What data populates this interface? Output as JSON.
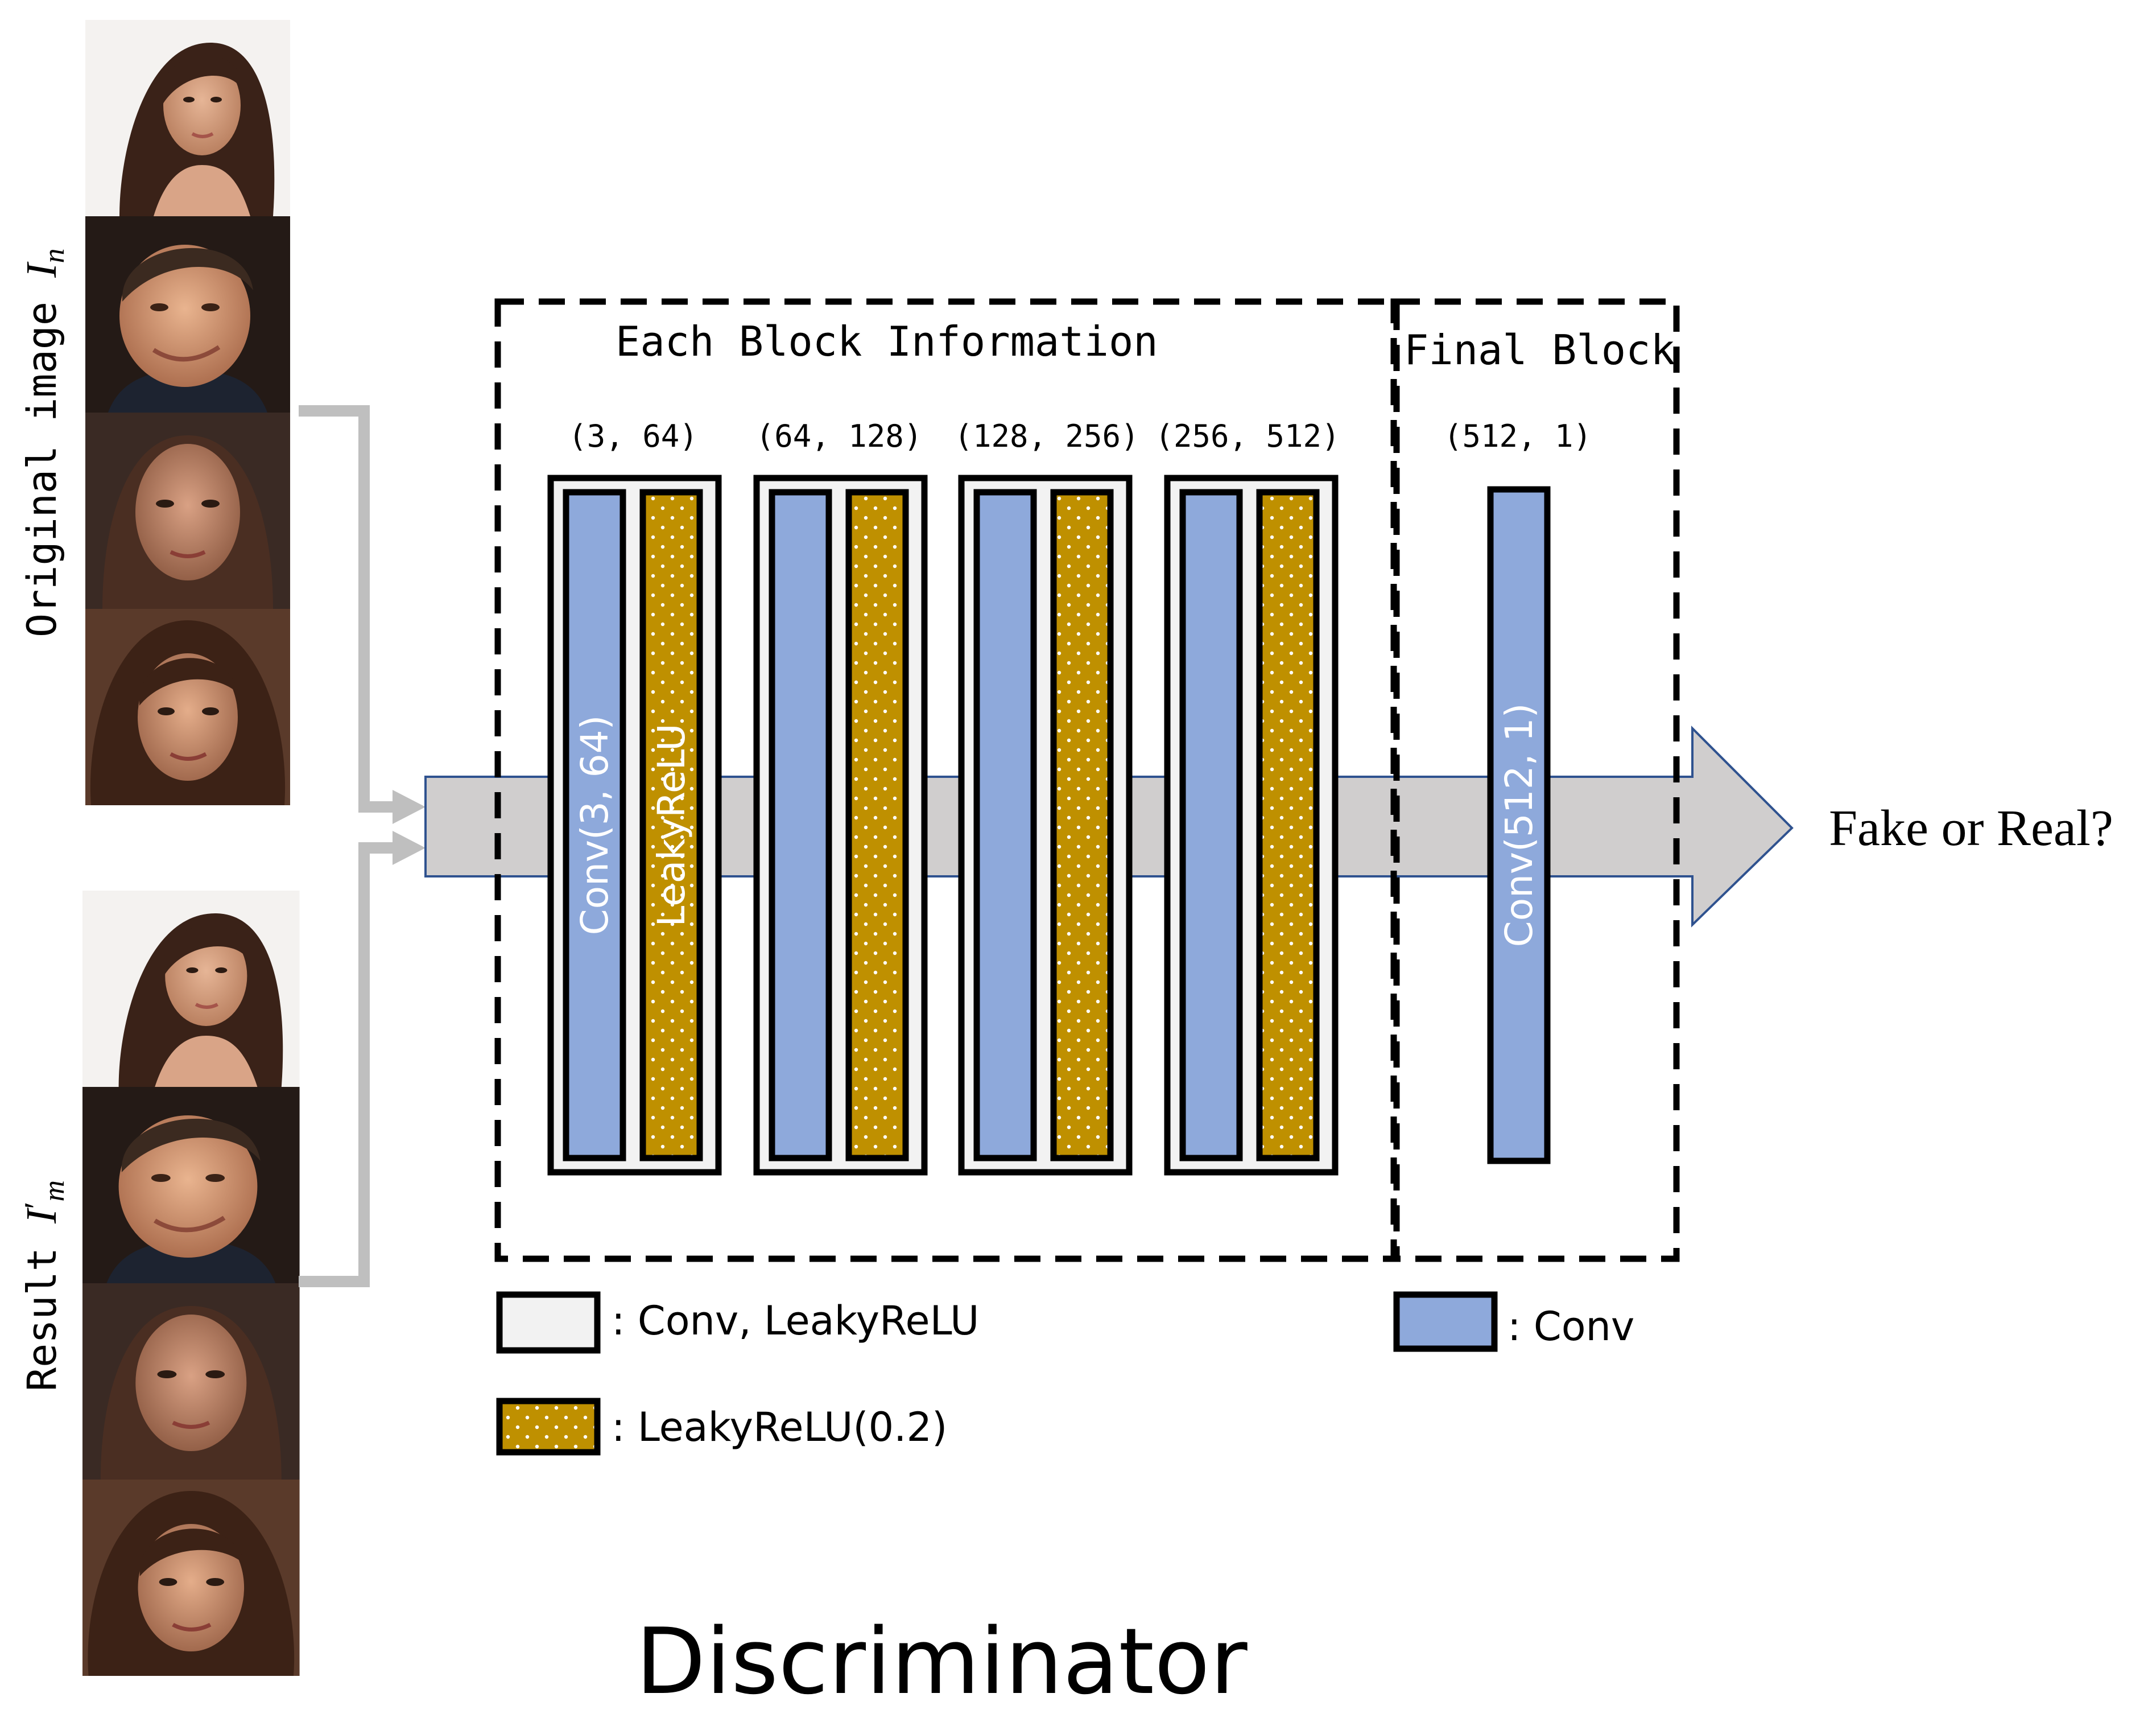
{
  "title": "Discriminator",
  "input_labels": {
    "original_text": "Original image ",
    "original_math": "I",
    "original_sub": "n",
    "result_text": "Result ",
    "result_math": "I",
    "result_prime": "′",
    "result_sub": "m"
  },
  "each_block": {
    "title": "Each Block Information",
    "blocks": [
      {
        "shape": "(3, 64)",
        "conv_label": "Conv(3, 64)",
        "relu_label": "LeakyReLU"
      },
      {
        "shape": "(64, 128)"
      },
      {
        "shape": "(128, 256)"
      },
      {
        "shape": "(256, 512)"
      }
    ]
  },
  "final_block": {
    "title": "Final Block",
    "shape": "(512, 1)",
    "conv_label": "Conv(512, 1)"
  },
  "output_label": "Fake or Real?",
  "legend": {
    "block": ": Conv, LeakyReLU",
    "relu": ": LeakyReLU(0.2)",
    "conv": ": Conv"
  },
  "colors": {
    "conv": "#8ea9db",
    "relu": "#bf9000",
    "block_fill": "#f2f2f2",
    "arrow_fill": "#d0cece",
    "arrow_stroke": "#2f528f",
    "connector": "#bfbfbf"
  },
  "icons": {
    "input_images": [
      "face-photo-icon",
      "face-photo-icon",
      "face-photo-icon",
      "face-photo-icon"
    ],
    "result_images": [
      "face-photo-icon",
      "face-photo-icon",
      "face-photo-icon",
      "face-photo-icon"
    ]
  }
}
